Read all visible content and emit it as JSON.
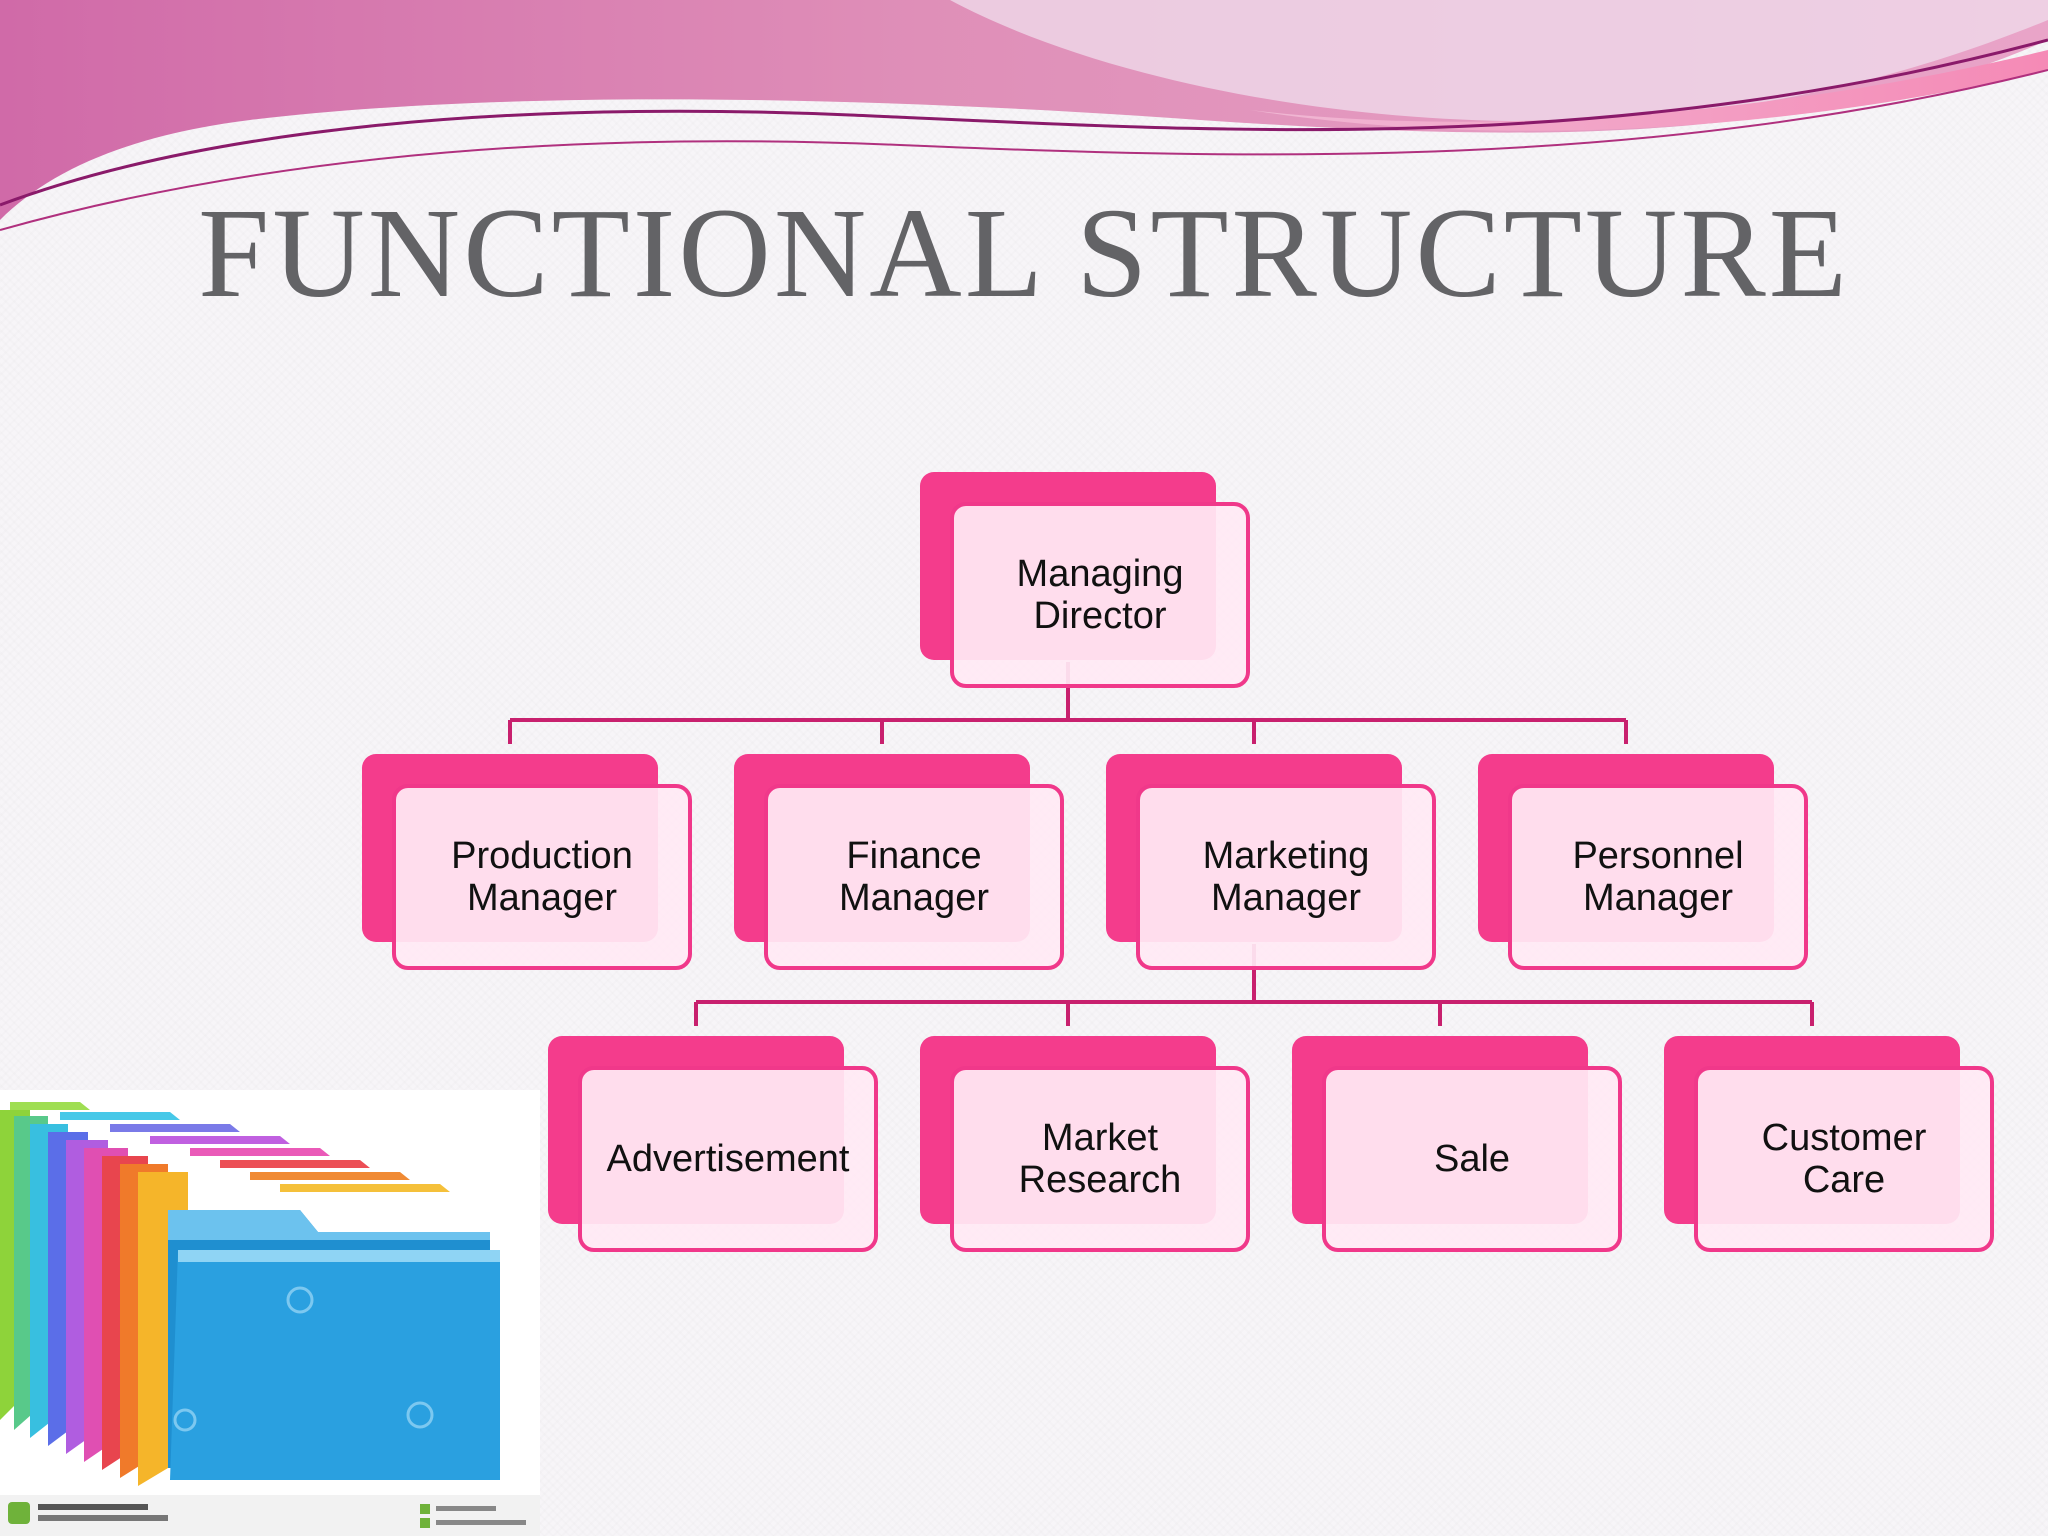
{
  "slide": {
    "title": "FUNCTIONAL STRUCTURE"
  },
  "org_chart": {
    "root": {
      "label": "Managing Director"
    },
    "level1": [
      {
        "label": "Production\nManager"
      },
      {
        "label": "Finance\nManager"
      },
      {
        "label": "Marketing\nManager"
      },
      {
        "label": "Personnel\nManager"
      }
    ],
    "level2": [
      {
        "label": "Advertisement"
      },
      {
        "label": "Market\nResearch"
      },
      {
        "label": "Sale"
      },
      {
        "label": "Customer\nCare"
      }
    ]
  },
  "colors": {
    "accent": "#f43c8c",
    "box_fill": "#ffeaf4",
    "connector": "#c8206e",
    "title": "#636366"
  },
  "image": {
    "icon": "folders-icon"
  }
}
